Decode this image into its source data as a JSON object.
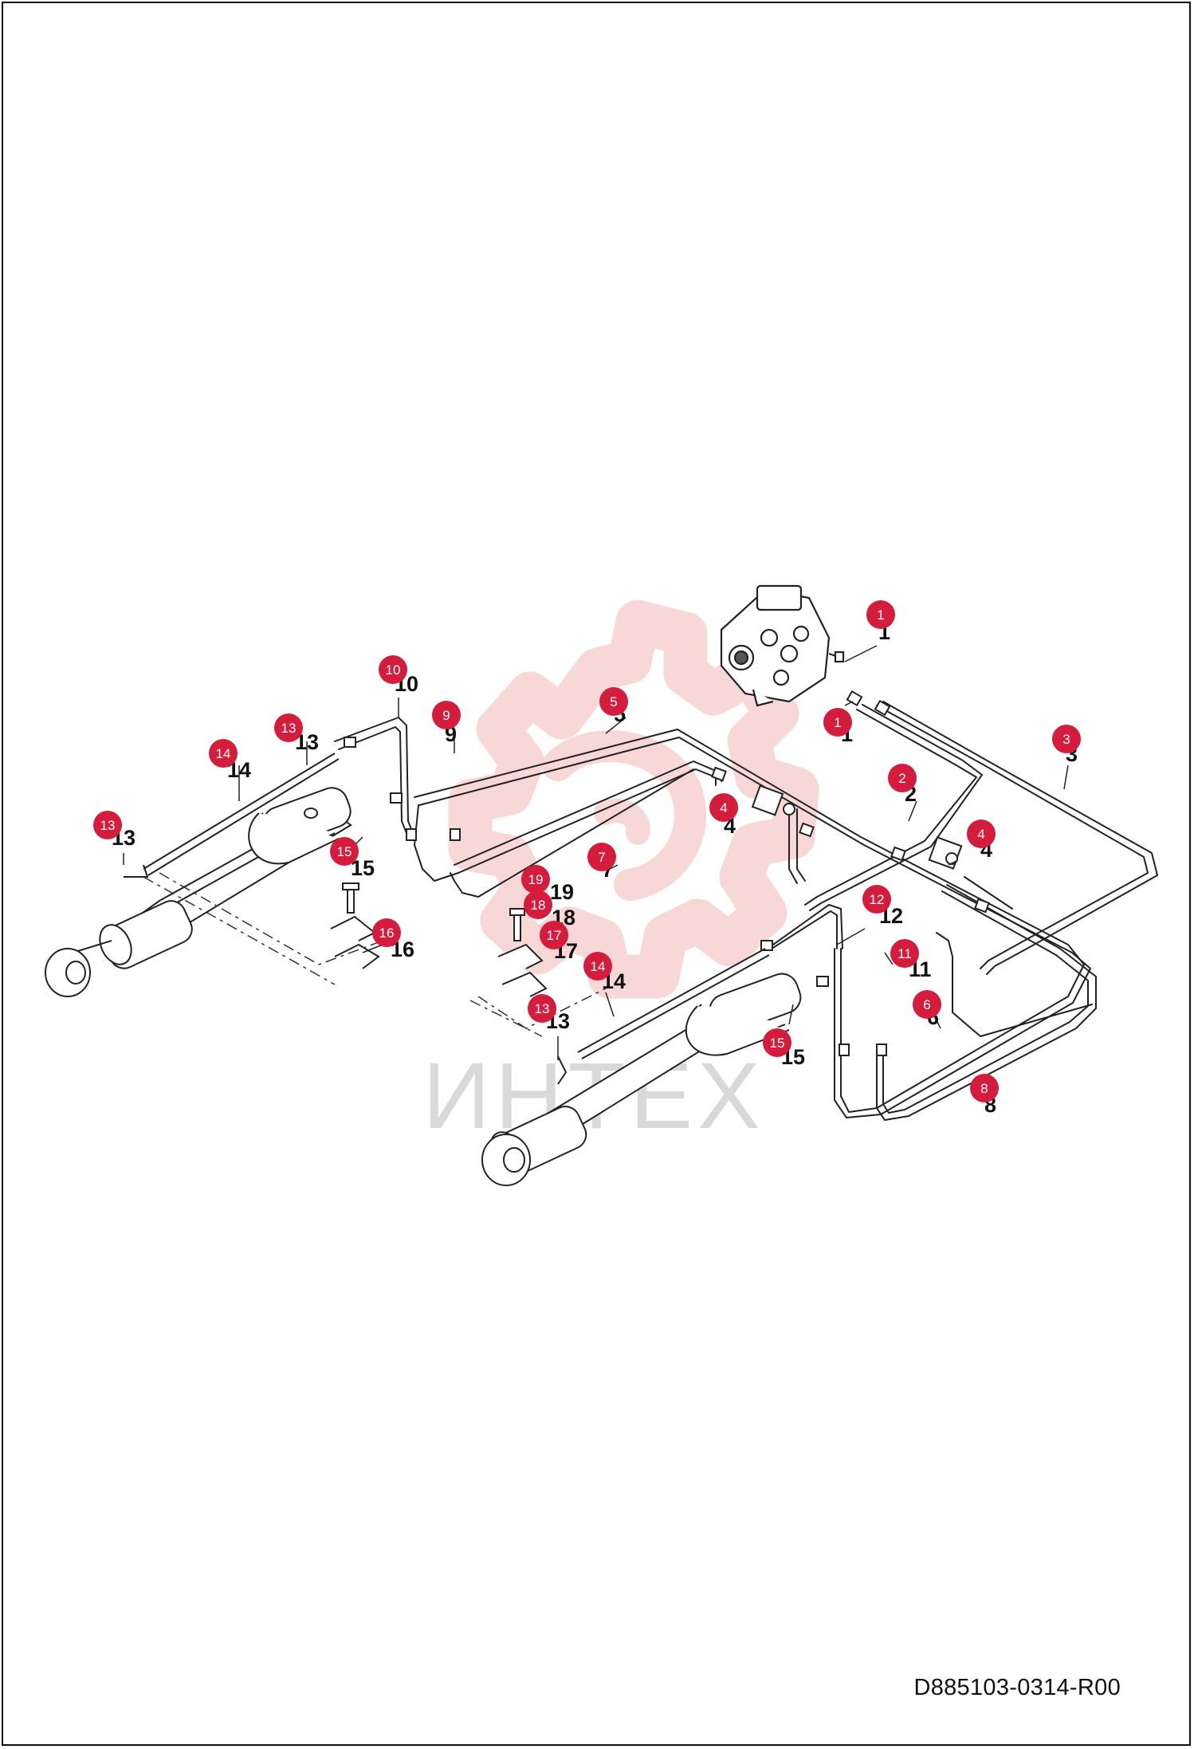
{
  "drawing": {
    "doc_code": "D885103-0314-R00",
    "watermark_text": "ИНТЕХ",
    "colors": {
      "line": "#222222",
      "badge": "#d41c3c",
      "badge_text": "#ffffff",
      "watermark": "#f4b7b7",
      "watermark_text": "#cfcfcf"
    }
  },
  "callouts": [
    {
      "num": "1"
    },
    {
      "num": "1"
    },
    {
      "num": "2"
    },
    {
      "num": "3"
    },
    {
      "num": "4"
    },
    {
      "num": "4"
    },
    {
      "num": "5"
    },
    {
      "num": "6"
    },
    {
      "num": "7"
    },
    {
      "num": "8"
    },
    {
      "num": "9"
    },
    {
      "num": "10"
    },
    {
      "num": "11"
    },
    {
      "num": "12"
    },
    {
      "num": "13"
    },
    {
      "num": "13"
    },
    {
      "num": "13"
    },
    {
      "num": "14"
    },
    {
      "num": "14"
    },
    {
      "num": "15"
    },
    {
      "num": "15"
    },
    {
      "num": "16"
    },
    {
      "num": "17"
    },
    {
      "num": "18"
    },
    {
      "num": "19"
    }
  ]
}
